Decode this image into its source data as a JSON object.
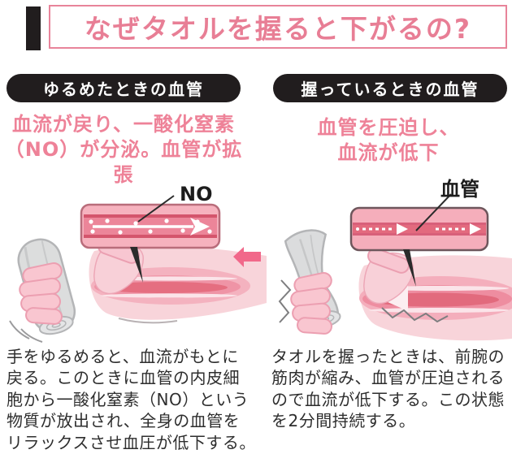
{
  "header": {
    "title": "なぜタオルを握ると下がるの?"
  },
  "left_panel": {
    "heading": "ゆるめたときの血管",
    "subtitle": "血流が戻り、一酸化窒素\n（NO）が分泌。血管が拡張",
    "vessel_label": "NO",
    "description": "手をゆるめると、血流がもとに\n戻る。このときに血管の内皮細\n胞から一酸化窒素（NO）という\n物質が放出され、全身の血管を\nリラックスさせ血圧が低下する。"
  },
  "right_panel": {
    "heading": "握っているときの血管",
    "subtitle": "血管を圧迫し、\n血流が低下",
    "vessel_label": "血管",
    "description": "タオルを握ったときは、前腕の\n筋肉が縮み、血管が圧迫される\nので血流が低下する。この状態\nを2分間持続する。"
  },
  "icons": {
    "left_arrow": "left-pointing block arrow"
  },
  "colors": {
    "accent_pink": "#e87e95",
    "heading_bg": "#211d1e",
    "subtitle_pink": "#ee8298",
    "arrow_pink": "#f1688a",
    "vessel_wall": "#f6b2be",
    "vessel_lumen": "#ec8599",
    "body_text": "#2e2e2e"
  }
}
